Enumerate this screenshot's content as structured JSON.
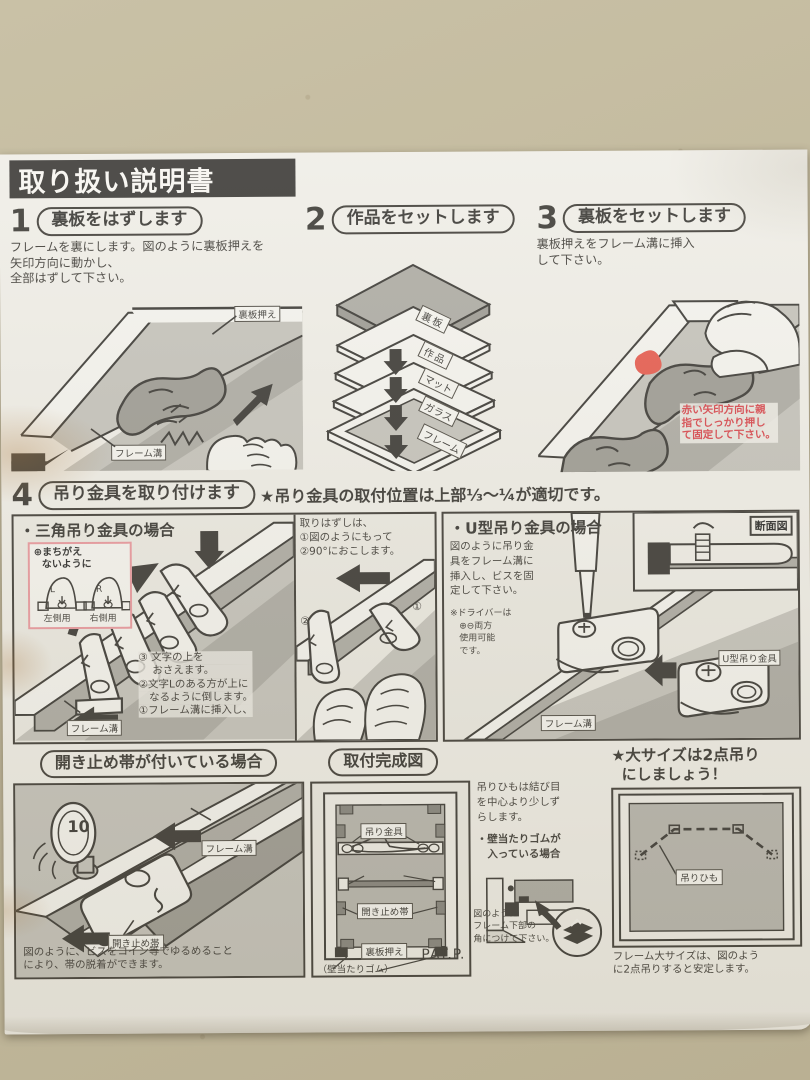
{
  "document": {
    "title": "取り扱い説明書",
    "patent": "PAT.P."
  },
  "colors": {
    "cardboard": "#c3ba9c",
    "paper": "#eceae2",
    "ink": "#16140f",
    "red_note": "#d0222a",
    "warn_border": "#e4848b"
  },
  "steps": [
    {
      "number": "1",
      "title": "裏板をはずします",
      "body": "フレームを裏にします。図のように裏板押えを\n矢印方向に動かし、\n全部はずして下さい。",
      "labels": [
        "裏板押え",
        "フレーム溝"
      ]
    },
    {
      "number": "2",
      "title": "作品をセットします",
      "layers": [
        "裏板",
        "作品",
        "マット",
        "ガラス",
        "フレーム"
      ]
    },
    {
      "number": "3",
      "title": "裏板をセットします",
      "body": "裏板押えをフレーム溝に挿入\nして下さい。",
      "red_note": "赤い矢印方向に親\n指でしっかり押し\nて固定して下さい。"
    },
    {
      "number": "4",
      "title": "吊り金具を取り付けます",
      "star_note": "★吊り金具の取付位置は上部⅓〜¼が適切です。"
    }
  ],
  "step4": {
    "triangle": {
      "heading": "・三角吊り金具の場合",
      "warn": {
        "icon": "⊕",
        "line1": "まちがえ",
        "line2": "ないように",
        "left_label": "左側用",
        "right_label": "右側用",
        "left_letter": "L",
        "right_letter": "R"
      },
      "instructions": [
        "③ 文字の上を",
        "　 おさえます。",
        "②文字Lのある方が上に",
        "　なるように倒します。",
        "①フレーム溝に挿入し、"
      ],
      "label_groove": "フレーム溝",
      "remove": {
        "line1": "取りはずしは、",
        "line2": "①図のようにもって",
        "line3": "②90°におこします。",
        "marker1": "①",
        "marker2": "②"
      }
    },
    "utype": {
      "heading": "・U型吊り金具の場合",
      "body": "図のように吊り金\n具をフレーム溝に\n挿入し、ビスを固\n定して下さい。",
      "note": "※ドライバーは\n　⊕⊖両方\n　使用可能\n　です。",
      "label_groove": "フレーム溝",
      "label_hardware": "U型吊り金具",
      "section_label": "断面図"
    }
  },
  "bottom": {
    "strap": {
      "title": "開き止め帯が付いている場合",
      "label_groove": "フレーム溝",
      "label_strap": "開き止め帯",
      "coin": "10",
      "caption": "図のように、ビスをコイン等でゆるめること\nにより、帯の脱着ができます。"
    },
    "finished": {
      "title": "取付完成図",
      "label_hanger": "吊り金具",
      "label_strap": "開き止め帯",
      "label_backplate": "裏板押え",
      "label_rubber": "（壁当たりゴム）",
      "patent": "PAT.P.",
      "note_cord": "吊りひもは結び目\nを中心より少しず\nらします。",
      "note_rubber_title": "・壁当たりゴムが\n　入っている場合",
      "note_rubber_body": "図のように\nフレーム下部の\n角につけて下さい。"
    },
    "large": {
      "title_line1": "★大サイズは2点吊り",
      "title_line2": "にしましょう！",
      "label_cord": "吊りひも",
      "caption": "フレーム大サイズは、図のよう\nに2点吊りすると安定します。"
    }
  }
}
